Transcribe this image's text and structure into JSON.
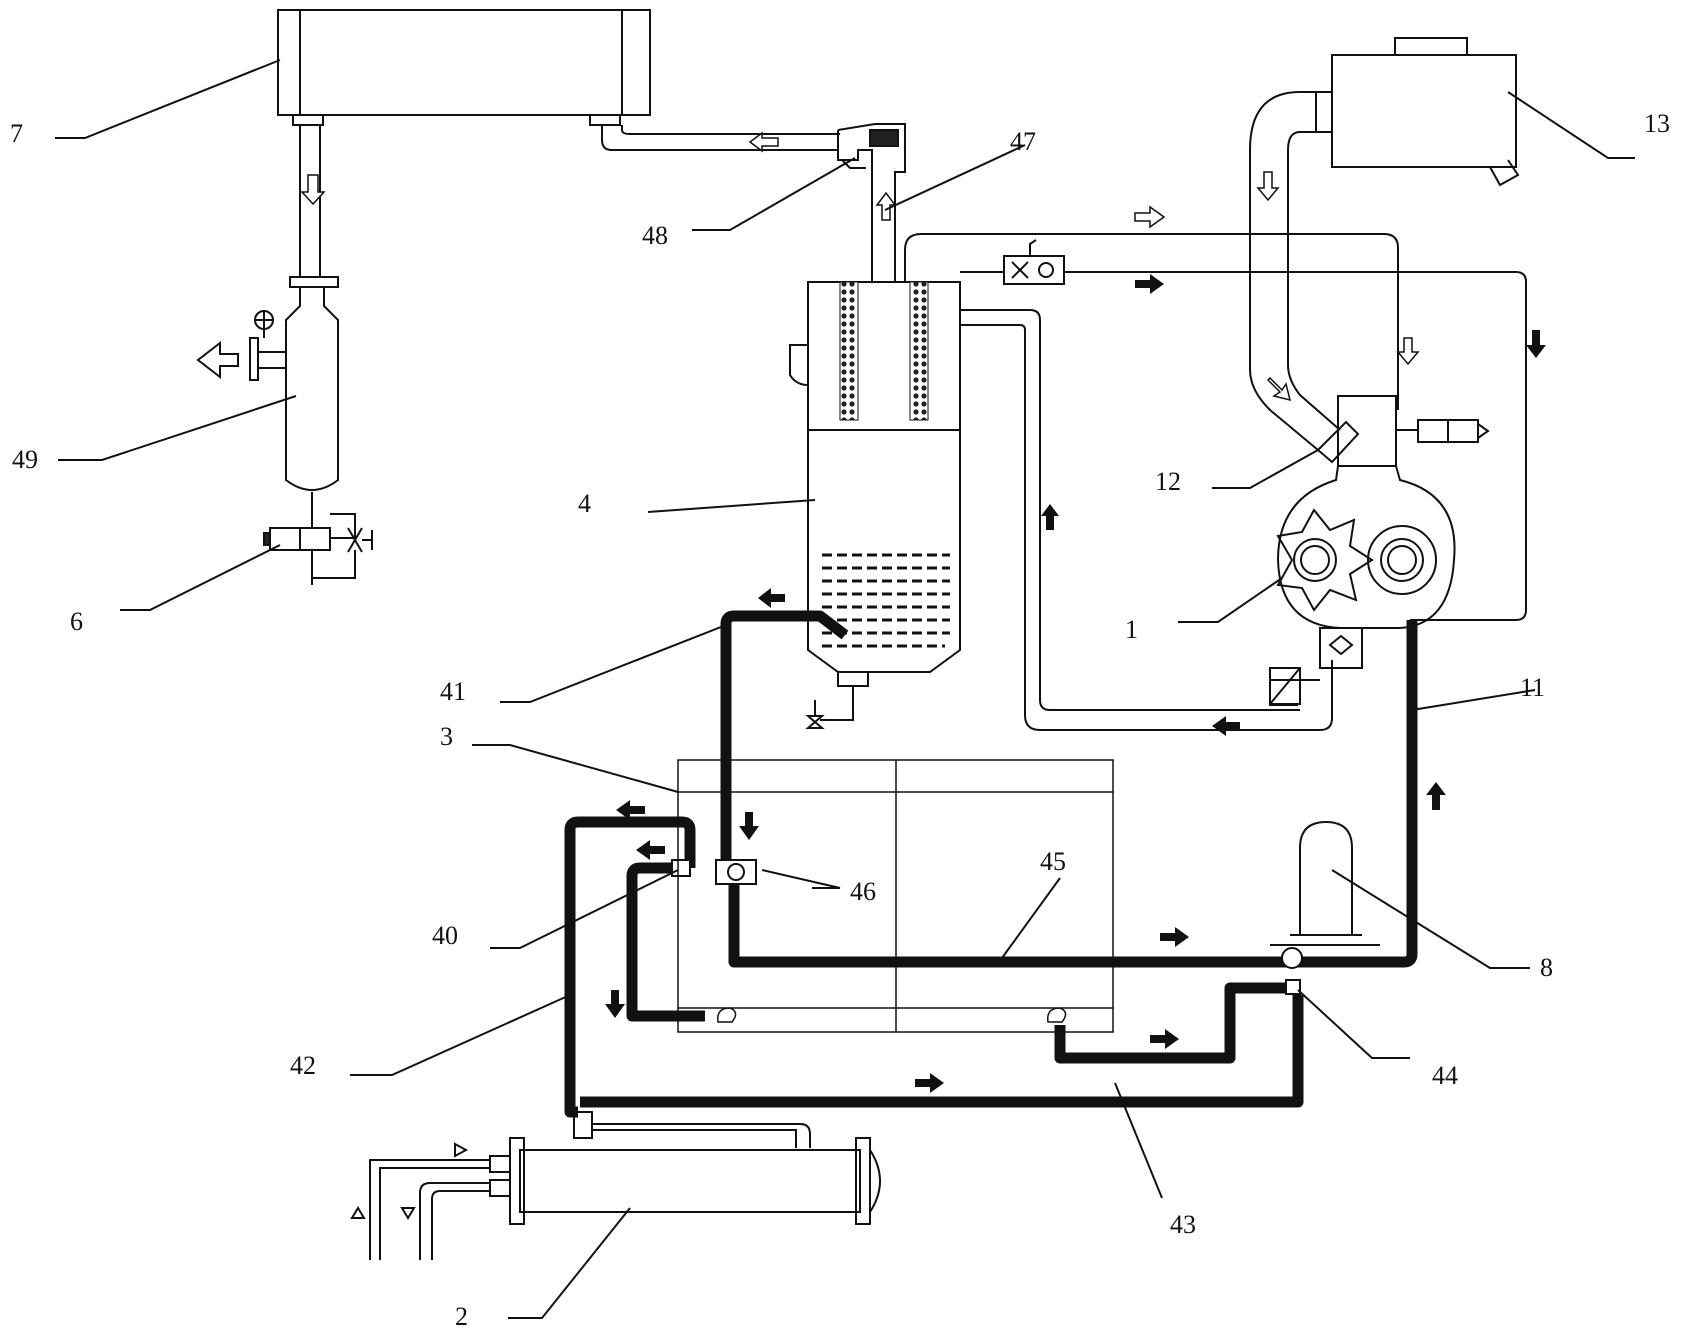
{
  "labels": {
    "l1": "1",
    "l2": "2",
    "l3": "3",
    "l4": "4",
    "l6": "6",
    "l7": "7",
    "l8": "8",
    "l11": "11",
    "l12": "12",
    "l13": "13",
    "l40": "40",
    "l41": "41",
    "l42": "42",
    "l43": "43",
    "l44": "44",
    "l45": "45",
    "l46": "46",
    "l47": "47",
    "l48": "48",
    "l49": "49"
  }
}
